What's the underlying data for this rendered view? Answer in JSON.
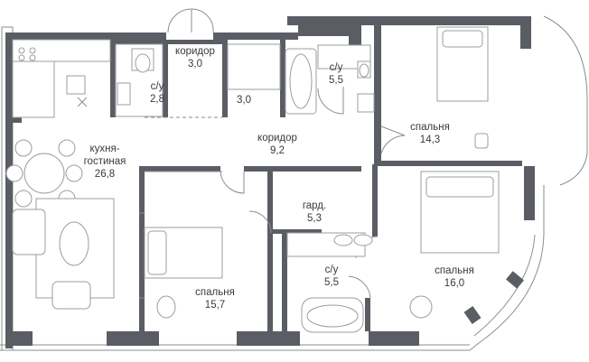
{
  "rooms": [
    {
      "id": "kitchen",
      "name": "кухня-\nгостиная",
      "area": "26,8"
    },
    {
      "id": "corridor-top",
      "name": "коридор",
      "area": "3,0"
    },
    {
      "id": "bath-small",
      "name": "с/у",
      "area": "2,8"
    },
    {
      "id": "storage",
      "name": "",
      "area": "3,0"
    },
    {
      "id": "bath-top",
      "name": "с/у",
      "area": "5,5"
    },
    {
      "id": "bedroom-ne",
      "name": "спальня",
      "area": "14,3"
    },
    {
      "id": "corridor-main",
      "name": "коридор",
      "area": "9,2"
    },
    {
      "id": "wardrobe",
      "name": "гард.",
      "area": "5,3"
    },
    {
      "id": "bath-bottom",
      "name": "с/у",
      "area": "5,5"
    },
    {
      "id": "bedroom-se",
      "name": "спальня",
      "area": "16,0"
    },
    {
      "id": "bedroom-sw",
      "name": "спальня",
      "area": "15,7"
    }
  ],
  "colors": {
    "wall": "#5a5d63",
    "line": "#8a8d92",
    "text": "#3a3a3a",
    "background": "#ffffff"
  }
}
